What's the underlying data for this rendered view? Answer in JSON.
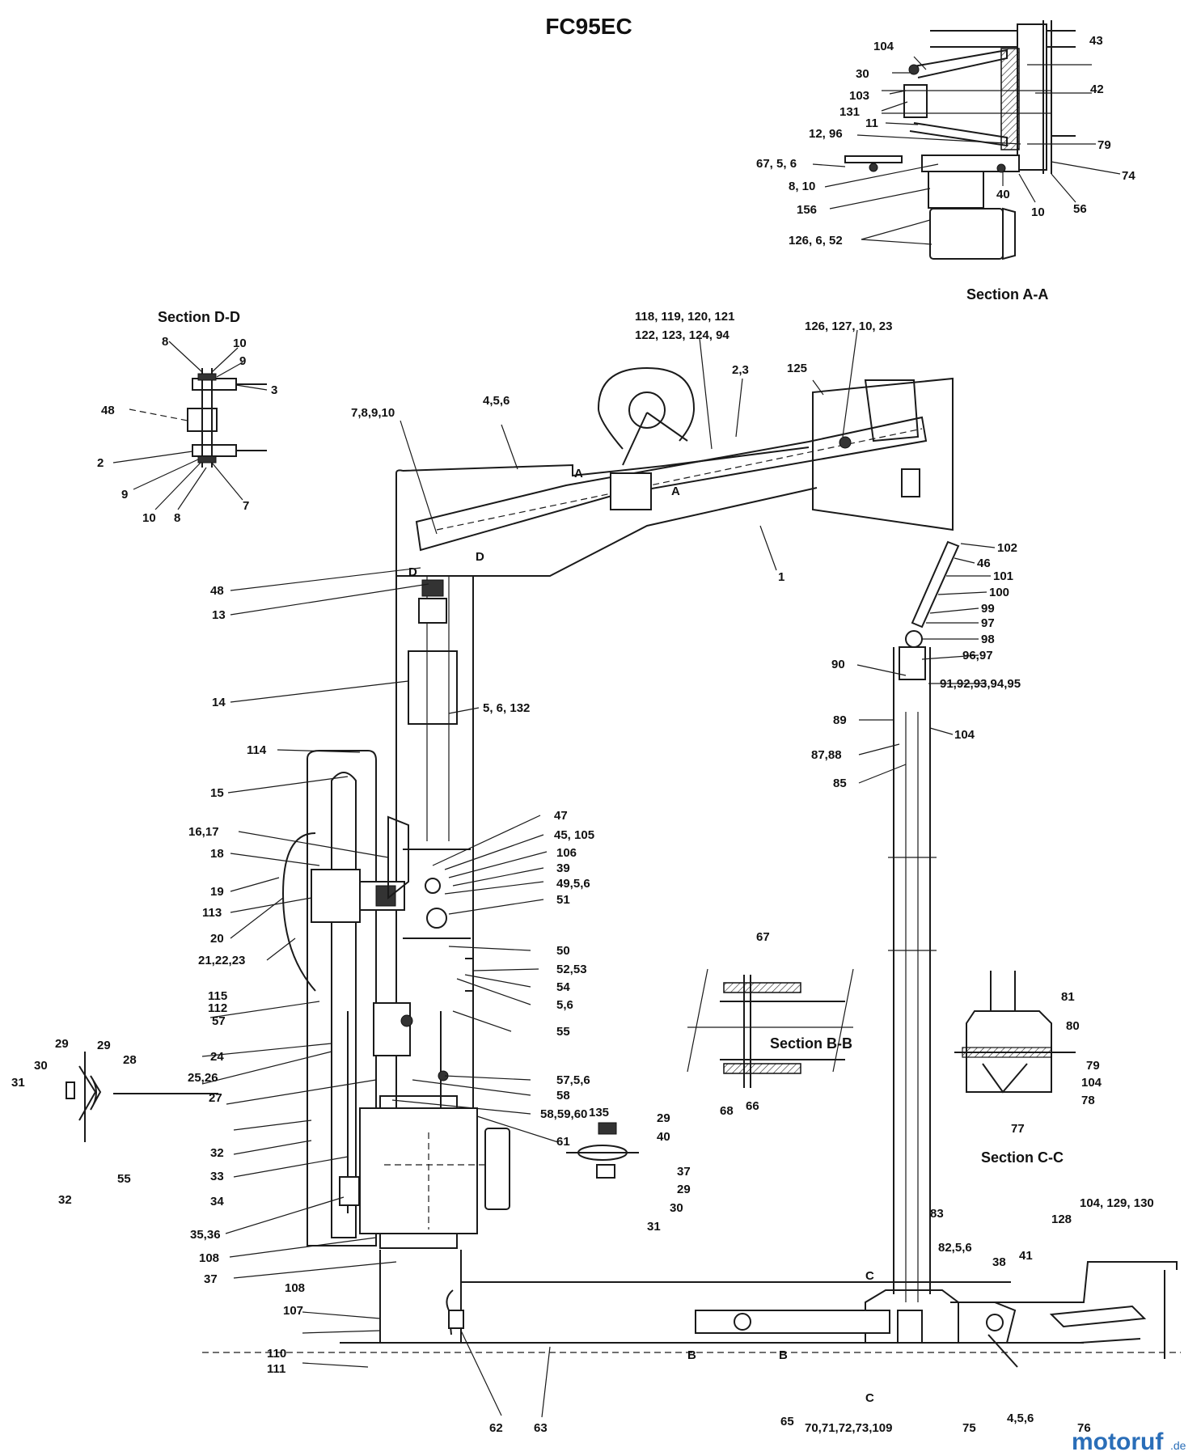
{
  "title": "FC95EC",
  "sections": {
    "a": "Section A-A",
    "b": "Section B-B",
    "c": "Section C-C",
    "d": "Section D-D"
  },
  "watermark": {
    "main": "motoruf",
    "suffix": ".de"
  },
  "labels": {
    "sa_104": "104",
    "sa_30": "30",
    "sa_103": "103",
    "sa_131": "131",
    "sa_11": "11",
    "sa_12_96": "12, 96",
    "sa_67_5_6": "67, 5, 6",
    "sa_8_10": "8, 10",
    "sa_156": "156",
    "sa_126_6_52": "126, 6, 52",
    "sa_43": "43",
    "sa_42": "42",
    "sa_79": "79",
    "sa_74": "74",
    "sa_40": "40",
    "sa_10": "10",
    "sa_56": "56",
    "sd_8t": "8",
    "sd_10t": "10",
    "sd_9t": "9",
    "sd_3": "3",
    "sd_48": "48",
    "sd_2": "2",
    "sd_9b": "9",
    "sd_10b": "10",
    "sd_8b": "8",
    "sd_7": "7",
    "m_118_121": "118, 119, 120, 121",
    "m_122_94": "122, 123, 124, 94",
    "m_126_23": "126, 127, 10, 23",
    "m_125": "125",
    "m_2_3": "2,3",
    "m_4_5_6": "4,5,6",
    "m_7_10": "7,8,9,10",
    "m_A1": "A",
    "m_A2": "A",
    "m_D1": "D",
    "m_D2": "D",
    "m_1": "1",
    "m_102": "102",
    "m_46": "46",
    "m_101": "101",
    "m_100": "100",
    "m_99": "99",
    "m_97": "97",
    "m_98": "98",
    "m_96_97": "96,97",
    "m_90": "90",
    "m_91_95": "91,92,93,94,95",
    "m_89": "89",
    "m_104": "104",
    "m_87_88": "87,88",
    "m_85": "85",
    "m_48": "48",
    "m_13": "13",
    "m_14": "14",
    "m_5_6_132": "5, 6, 132",
    "m_114": "114",
    "m_15": "15",
    "m_16_17": "16,17",
    "m_18": "18",
    "m_19": "19",
    "m_113": "113",
    "m_20": "20",
    "m_21_23": "21,22,23",
    "m_115": "115",
    "m_112": "112",
    "m_57": "57",
    "m_24": "24",
    "m_25_26": "25,26",
    "m_27": "27",
    "m_47": "47",
    "m_45_105": "45, 105",
    "m_106": "106",
    "m_39": "39",
    "m_49_5_6": "49,5,6",
    "m_51": "51",
    "m_50": "50",
    "m_52_53": "52,53",
    "m_54": "54",
    "m_5_6b": "5,6",
    "m_55": "55",
    "m_57_5_6": "57,5,6",
    "m_58": "58",
    "m_58_60": "58,59,60",
    "m_61": "61",
    "m_32": "32",
    "m_33": "33",
    "m_34": "34",
    "m_35_36": "35,36",
    "m_108a": "108",
    "m_37a": "37",
    "p_29a": "29",
    "p_30": "30",
    "p_29b": "29",
    "p_28": "28",
    "p_31": "31",
    "p_55": "55",
    "p_32": "32",
    "q_135": "135",
    "q_29a": "29",
    "q_40": "40",
    "q_37": "37",
    "q_29b": "29",
    "q_30": "30",
    "q_31": "31",
    "sb_67": "67",
    "sb_68": "68",
    "sb_66": "66",
    "sc_81": "81",
    "sc_80": "80",
    "sc_79": "79",
    "sc_104": "104",
    "sc_78": "78",
    "sc_77": "77",
    "b_108": "108",
    "b_107": "107",
    "b_110": "110",
    "b_111": "111",
    "b_62": "62",
    "b_63": "63",
    "b_65": "65",
    "b_B1": "B",
    "b_B2": "B",
    "b_C1": "C",
    "b_C2": "C",
    "b_83": "83",
    "b_82_5_6": "82,5,6",
    "b_38": "38",
    "b_41": "41",
    "b_128": "128",
    "b_104_130": "104, 129, 130",
    "b_70_109": "70,71,72,73,109",
    "b_75": "75",
    "b_4_5_6": "4,5,6",
    "b_76": "76"
  }
}
